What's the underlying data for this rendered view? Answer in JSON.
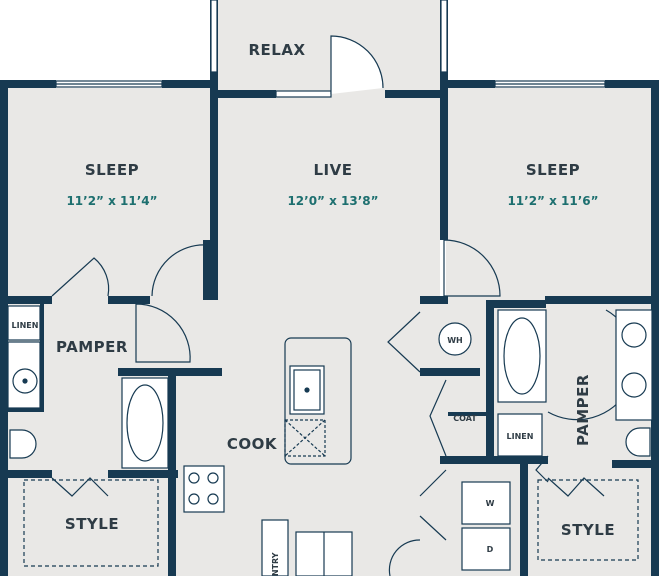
{
  "plan": {
    "colors": {
      "wall": "#173a52",
      "floor": "#e9e8e6",
      "accent": "#1d6f6f",
      "fixture": "#ffffff",
      "text": "#2f3c45"
    },
    "rooms": {
      "relax": {
        "name": "RELAX"
      },
      "sleep_left": {
        "name": "SLEEP",
        "dim": "11’2” x 11’4”"
      },
      "live": {
        "name": "LIVE",
        "dim": "12’0” x 13’8”"
      },
      "sleep_right": {
        "name": "SLEEP",
        "dim": "11’2” x 11’6”"
      },
      "pamper_left": {
        "name": "PAMPER"
      },
      "pamper_right": {
        "name": "PAMPER"
      },
      "cook": {
        "name": "COOK"
      },
      "style_left": {
        "name": "STYLE"
      },
      "style_right": {
        "name": "STYLE"
      }
    },
    "fixtures": {
      "linen_left": "LINEN",
      "linen_right": "LINEN",
      "wh": "WH",
      "coat": "COAT",
      "pantry": "PANTRY",
      "washer": "W",
      "dryer": "D"
    }
  }
}
